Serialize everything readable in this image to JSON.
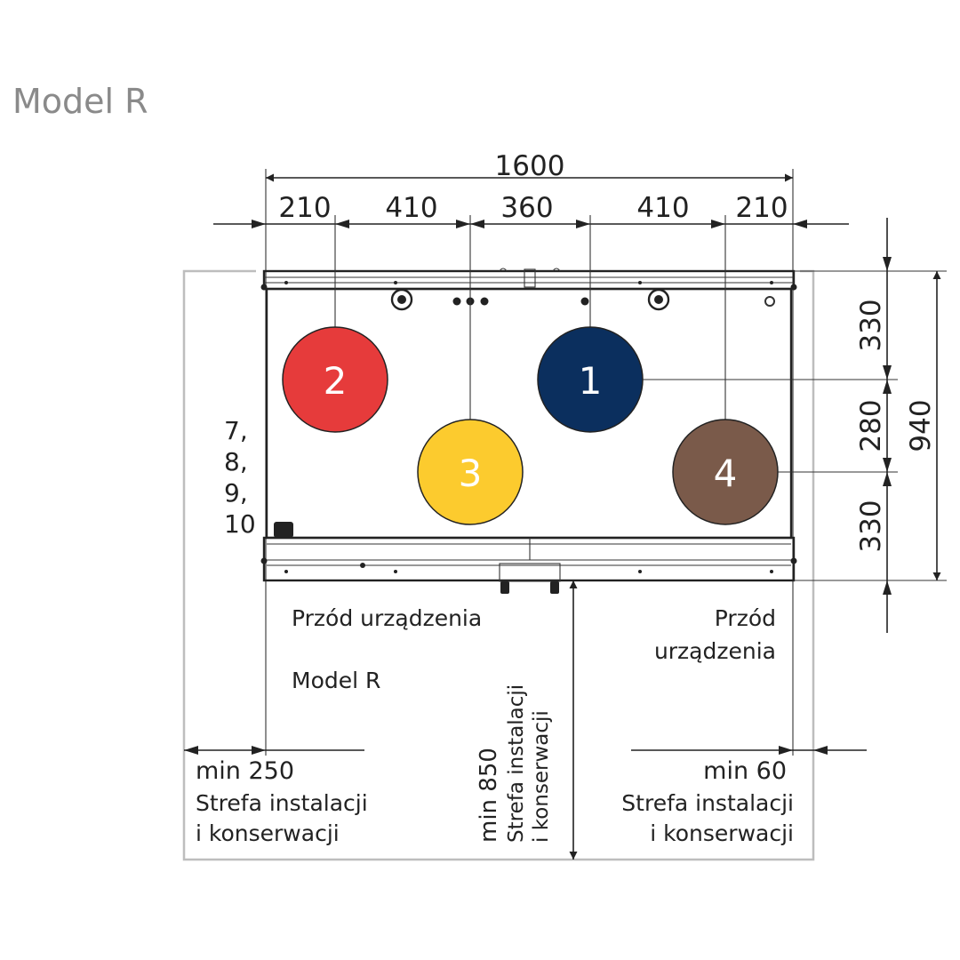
{
  "title": "Model R",
  "dimensions": {
    "top_total": "1600",
    "top_segments": [
      "210",
      "410",
      "360",
      "410",
      "210"
    ],
    "right_segments": [
      "330",
      "280",
      "330"
    ],
    "right_total": "940"
  },
  "ports": [
    {
      "number": "2",
      "color": "#e63b3b"
    },
    {
      "number": "3",
      "color": "#fccb2e"
    },
    {
      "number": "1",
      "color": "#0b2f5e"
    },
    {
      "number": "4",
      "color": "#7a5a4a"
    }
  ],
  "left_ports_label": [
    "7,",
    "8,",
    "9,",
    "10"
  ],
  "labels": {
    "front_left": "Przód urządzenia",
    "model_inner": "Model R",
    "front_right_line1": "Przód",
    "front_right_line2": "urządzenia"
  },
  "clearances": {
    "left": {
      "value": "min 250",
      "line1": "Strefa instalacji",
      "line2": "i konserwacji"
    },
    "front": {
      "value": "min 850",
      "line1": "Strefa instalacji",
      "line2": "i konserwacji"
    },
    "right": {
      "value": "min 60",
      "line1": "Strefa instalacji",
      "line2": "i konserwacji"
    }
  }
}
